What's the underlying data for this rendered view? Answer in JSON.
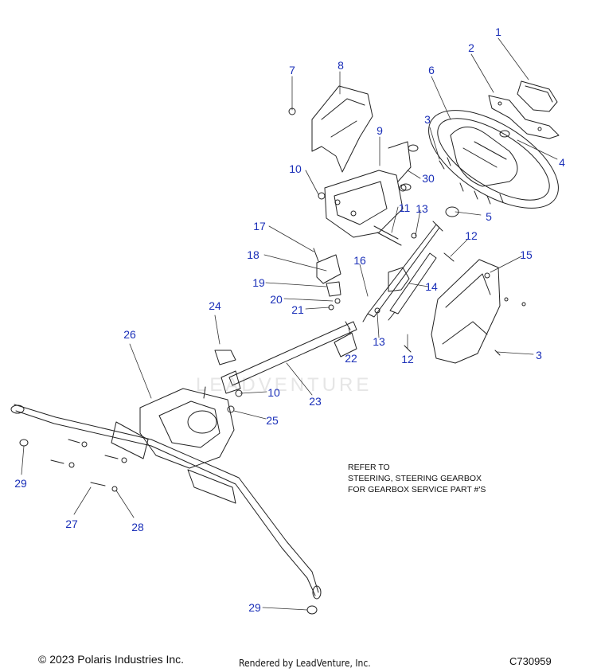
{
  "callouts": [
    {
      "label": "1"
    },
    {
      "label": "2"
    },
    {
      "label": "6"
    },
    {
      "label": "7"
    },
    {
      "label": "8"
    },
    {
      "label": "3"
    },
    {
      "label": "4"
    },
    {
      "label": "9"
    },
    {
      "label": "10"
    },
    {
      "label": "30"
    },
    {
      "label": "11"
    },
    {
      "label": "13"
    },
    {
      "label": "5"
    },
    {
      "label": "17"
    },
    {
      "label": "12"
    },
    {
      "label": "15"
    },
    {
      "label": "18"
    },
    {
      "label": "16"
    },
    {
      "label": "19"
    },
    {
      "label": "14"
    },
    {
      "label": "20"
    },
    {
      "label": "21"
    },
    {
      "label": "24"
    },
    {
      "label": "3"
    },
    {
      "label": "26"
    },
    {
      "label": "22"
    },
    {
      "label": "13"
    },
    {
      "label": "12"
    },
    {
      "label": "10"
    },
    {
      "label": "23"
    },
    {
      "label": "25"
    },
    {
      "label": "29"
    },
    {
      "label": "27"
    },
    {
      "label": "28"
    },
    {
      "label": "29"
    }
  ],
  "note": {
    "line1": "REFER TO",
    "line2": "STEERING, STEERING GEARBOX",
    "line3": "FOR GEARBOX SERVICE PART #'S"
  },
  "footer": {
    "copyright": "© 2023 Polaris Industries Inc.",
    "rendered_by": "Rendered by LeadVenture, Inc.",
    "diagram_code": "C730959"
  },
  "watermark": "LEADVENTURE",
  "colors": {
    "callout": "#1a2fb8",
    "line_art": "#222222",
    "watermark": "#e6e6e6"
  }
}
